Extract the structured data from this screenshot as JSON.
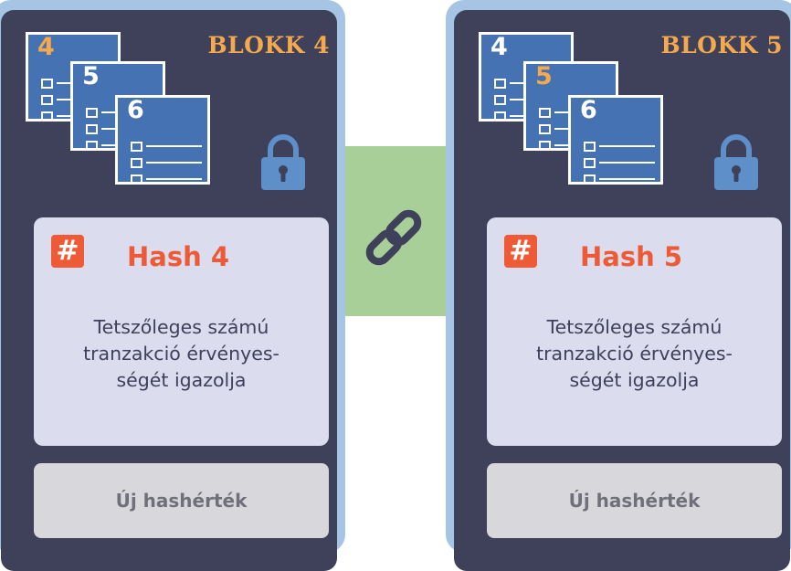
{
  "blocks": [
    {
      "title": "BLOKK 4",
      "pages": [
        "4",
        "5",
        "6"
      ],
      "highlighted_page": "4",
      "hash_title": "Hash 4",
      "description_lines": [
        "Tetszőleges számú",
        "tranzakció érvényes-",
        "ségét igazolja"
      ],
      "new_hash_label": "Új hashérték"
    },
    {
      "title": "BLOKK 5",
      "pages": [
        "4",
        "5",
        "6"
      ],
      "highlighted_page": "5",
      "hash_title": "Hash 5",
      "description_lines": [
        "Tetszőleges számú",
        "tranzakció érvényes-",
        "ségét igazolja"
      ],
      "new_hash_label": "Új hashérték"
    }
  ],
  "hash_symbol": "#",
  "icons": {
    "hash": "hash-icon",
    "lock": "lock-icon",
    "chain": "chain-link-icon",
    "page": "document-list-icon"
  },
  "colors": {
    "block_background": "#3f4059",
    "block_border": "#a6c4e4",
    "accent_orange": "#f4a94c",
    "hash_red": "#ee5a36",
    "page_blue": "#4572b3",
    "lock_blue": "#5f8fc8",
    "link_band_green": "#a9cf98",
    "chain_dark": "#3f4059"
  }
}
